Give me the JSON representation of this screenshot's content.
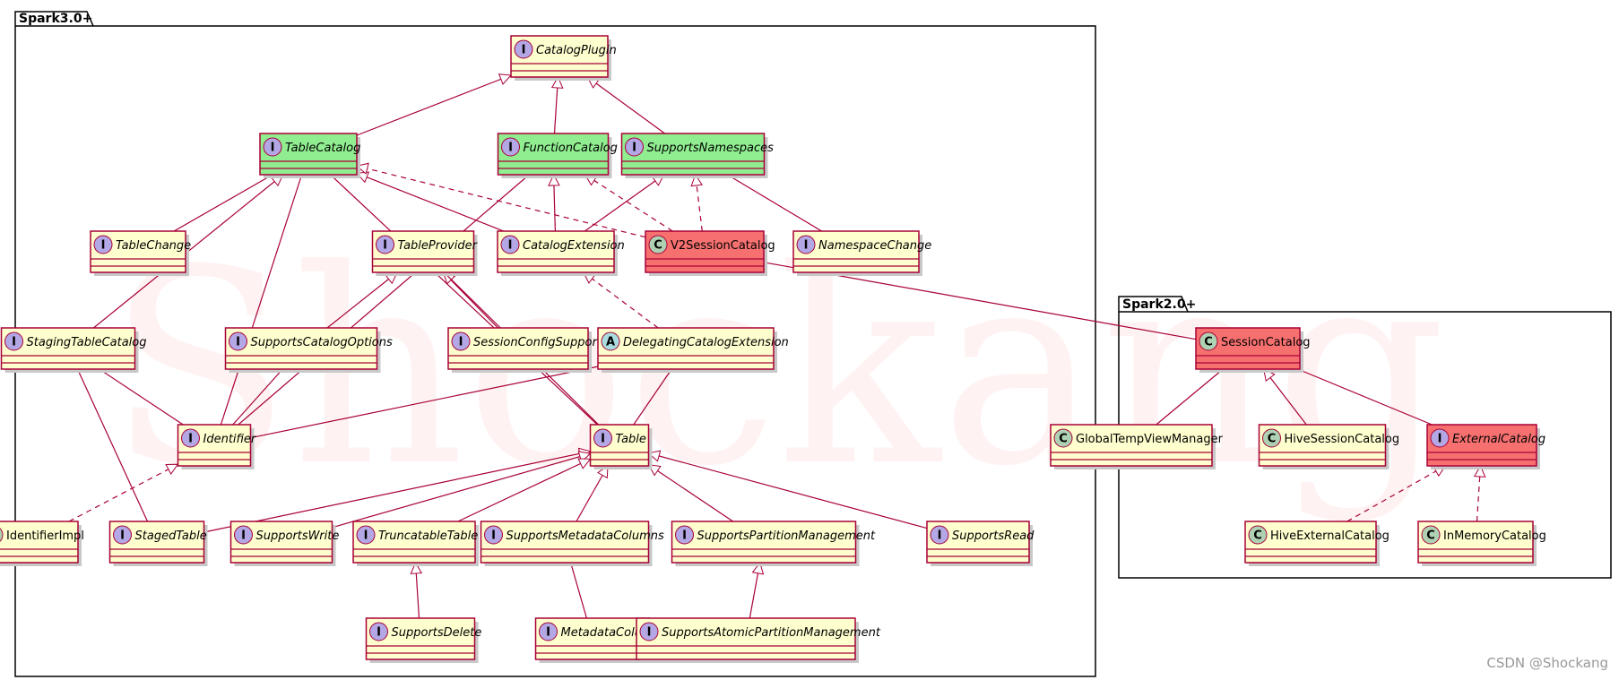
{
  "colors": {
    "class_fill": "#FEFECE",
    "class_border": "#A80036",
    "highlight_green": "#90EE90",
    "highlight_red": "#F77070",
    "interface_badge": "#B4A7E5",
    "class_badge": "#ADD1B2",
    "abstract_badge": "#A9DCDF",
    "edge": "#A80036",
    "package_border": "#000000"
  },
  "watermark": "Shockang",
  "credit": "CSDN @Shockang",
  "packages": [
    {
      "id": "spark3",
      "label": "Spark3.0+"
    },
    {
      "id": "spark2",
      "label": "Spark2.0+"
    }
  ],
  "nodes": [
    {
      "id": "CatalogPlugin",
      "kind": "I",
      "label": "CatalogPlugin",
      "italic": true,
      "fill": "default"
    },
    {
      "id": "TableCatalog",
      "kind": "I",
      "label": "TableCatalog",
      "italic": true,
      "fill": "green"
    },
    {
      "id": "FunctionCatalog",
      "kind": "I",
      "label": "FunctionCatalog",
      "italic": true,
      "fill": "green"
    },
    {
      "id": "SupportsNamespaces",
      "kind": "I",
      "label": "SupportsNamespaces",
      "italic": true,
      "fill": "green"
    },
    {
      "id": "TableChange",
      "kind": "I",
      "label": "TableChange",
      "italic": true,
      "fill": "default"
    },
    {
      "id": "TableProvider",
      "kind": "I",
      "label": "TableProvider",
      "italic": true,
      "fill": "default"
    },
    {
      "id": "CatalogExtension",
      "kind": "I",
      "label": "CatalogExtension",
      "italic": true,
      "fill": "default"
    },
    {
      "id": "V2SessionCatalog",
      "kind": "C",
      "label": "V2SessionCatalog",
      "italic": false,
      "fill": "red"
    },
    {
      "id": "NamespaceChange",
      "kind": "I",
      "label": "NamespaceChange",
      "italic": true,
      "fill": "default"
    },
    {
      "id": "StagingTableCatalog",
      "kind": "I",
      "label": "StagingTableCatalog",
      "italic": true,
      "fill": "default"
    },
    {
      "id": "SupportsCatalogOptions",
      "kind": "I",
      "label": "SupportsCatalogOptions",
      "italic": true,
      "fill": "default"
    },
    {
      "id": "SessionConfigSupport",
      "kind": "I",
      "label": "SessionConfigSupport",
      "italic": true,
      "fill": "default"
    },
    {
      "id": "DelegatingCatalogExtension",
      "kind": "A",
      "label": "DelegatingCatalogExtension",
      "italic": true,
      "fill": "default"
    },
    {
      "id": "Identifier",
      "kind": "I",
      "label": "Identifier",
      "italic": true,
      "fill": "default"
    },
    {
      "id": "Table",
      "kind": "I",
      "label": "Table",
      "italic": true,
      "fill": "default"
    },
    {
      "id": "IdentifierImpl",
      "kind": "C",
      "label": "IdentifierImpl",
      "italic": false,
      "fill": "default"
    },
    {
      "id": "StagedTable",
      "kind": "I",
      "label": "StagedTable",
      "italic": true,
      "fill": "default"
    },
    {
      "id": "SupportsWrite",
      "kind": "I",
      "label": "SupportsWrite",
      "italic": true,
      "fill": "default"
    },
    {
      "id": "TruncatableTable",
      "kind": "I",
      "label": "TruncatableTable",
      "italic": true,
      "fill": "default"
    },
    {
      "id": "SupportsMetadataColumns",
      "kind": "I",
      "label": "SupportsMetadataColumns",
      "italic": true,
      "fill": "default"
    },
    {
      "id": "SupportsPartitionManagement",
      "kind": "I",
      "label": "SupportsPartitionManagement",
      "italic": true,
      "fill": "default"
    },
    {
      "id": "SupportsRead",
      "kind": "I",
      "label": "SupportsRead",
      "italic": true,
      "fill": "default"
    },
    {
      "id": "SupportsDelete",
      "kind": "I",
      "label": "SupportsDelete",
      "italic": true,
      "fill": "default"
    },
    {
      "id": "MetadataColumn",
      "kind": "I",
      "label": "MetadataColumn",
      "italic": true,
      "fill": "default"
    },
    {
      "id": "SupportsAtomicPartitionManagement",
      "kind": "I",
      "label": "SupportsAtomicPartitionManagement",
      "italic": true,
      "fill": "default"
    },
    {
      "id": "SessionCatalog",
      "kind": "C",
      "label": "SessionCatalog",
      "italic": false,
      "fill": "red"
    },
    {
      "id": "GlobalTempViewManager",
      "kind": "C",
      "label": "GlobalTempViewManager",
      "italic": false,
      "fill": "default"
    },
    {
      "id": "HiveSessionCatalog",
      "kind": "C",
      "label": "HiveSessionCatalog",
      "italic": false,
      "fill": "default"
    },
    {
      "id": "ExternalCatalog",
      "kind": "I",
      "label": "ExternalCatalog",
      "italic": true,
      "fill": "red"
    },
    {
      "id": "HiveExternalCatalog",
      "kind": "C",
      "label": "HiveExternalCatalog",
      "italic": false,
      "fill": "default"
    },
    {
      "id": "InMemoryCatalog",
      "kind": "C",
      "label": "InMemoryCatalog",
      "italic": false,
      "fill": "default"
    }
  ],
  "edges": [
    {
      "from": "TableCatalog",
      "to": "CatalogPlugin",
      "type": "extends"
    },
    {
      "from": "FunctionCatalog",
      "to": "CatalogPlugin",
      "type": "extends"
    },
    {
      "from": "SupportsNamespaces",
      "to": "CatalogPlugin",
      "type": "extends"
    },
    {
      "from": "CatalogExtension",
      "to": "TableCatalog",
      "type": "extends"
    },
    {
      "from": "CatalogExtension",
      "to": "FunctionCatalog",
      "type": "extends"
    },
    {
      "from": "CatalogExtension",
      "to": "SupportsNamespaces",
      "type": "extends"
    },
    {
      "from": "V2SessionCatalog",
      "to": "TableCatalog",
      "type": "implements"
    },
    {
      "from": "V2SessionCatalog",
      "to": "FunctionCatalog",
      "type": "implements"
    },
    {
      "from": "V2SessionCatalog",
      "to": "SupportsNamespaces",
      "type": "implements"
    },
    {
      "from": "StagingTableCatalog",
      "to": "TableCatalog",
      "type": "extends"
    },
    {
      "from": "SupportsCatalogOptions",
      "to": "TableProvider",
      "type": "extends"
    },
    {
      "from": "SessionConfigSupport",
      "to": "TableProvider",
      "type": "extends"
    },
    {
      "from": "DelegatingCatalogExtension",
      "to": "CatalogExtension",
      "type": "implements"
    },
    {
      "from": "IdentifierImpl",
      "to": "Identifier",
      "type": "implements"
    },
    {
      "from": "StagedTable",
      "to": "Table",
      "type": "extends"
    },
    {
      "from": "SupportsWrite",
      "to": "Table",
      "type": "extends"
    },
    {
      "from": "TruncatableTable",
      "to": "Table",
      "type": "extends"
    },
    {
      "from": "SupportsMetadataColumns",
      "to": "Table",
      "type": "extends"
    },
    {
      "from": "SupportsPartitionManagement",
      "to": "Table",
      "type": "extends"
    },
    {
      "from": "SupportsRead",
      "to": "Table",
      "type": "extends"
    },
    {
      "from": "SupportsDelete",
      "to": "TruncatableTable",
      "type": "extends"
    },
    {
      "from": "SupportsAtomicPartitionManagement",
      "to": "SupportsPartitionManagement",
      "type": "extends"
    },
    {
      "from": "HiveSessionCatalog",
      "to": "SessionCatalog",
      "type": "extends"
    },
    {
      "from": "HiveExternalCatalog",
      "to": "ExternalCatalog",
      "type": "implements"
    },
    {
      "from": "InMemoryCatalog",
      "to": "ExternalCatalog",
      "type": "implements"
    },
    {
      "from": "TableCatalog",
      "to": "TableChange",
      "type": "association"
    },
    {
      "from": "TableCatalog",
      "to": "Identifier",
      "type": "association"
    },
    {
      "from": "TableCatalog",
      "to": "Table",
      "type": "association"
    },
    {
      "from": "FunctionCatalog",
      "to": "Identifier",
      "type": "association"
    },
    {
      "from": "SupportsNamespaces",
      "to": "NamespaceChange",
      "type": "association"
    },
    {
      "from": "StagingTableCatalog",
      "to": "Identifier",
      "type": "association"
    },
    {
      "from": "StagingTableCatalog",
      "to": "StagedTable",
      "type": "association"
    },
    {
      "from": "SupportsCatalogOptions",
      "to": "Identifier",
      "type": "association"
    },
    {
      "from": "DelegatingCatalogExtension",
      "to": "Identifier",
      "type": "association"
    },
    {
      "from": "DelegatingCatalogExtension",
      "to": "Table",
      "type": "association"
    },
    {
      "from": "TableProvider",
      "to": "Table",
      "type": "association"
    },
    {
      "from": "SupportsMetadataColumns",
      "to": "MetadataColumn",
      "type": "association"
    },
    {
      "from": "V2SessionCatalog",
      "to": "SessionCatalog",
      "type": "association"
    },
    {
      "from": "SessionCatalog",
      "to": "GlobalTempViewManager",
      "type": "association"
    },
    {
      "from": "SessionCatalog",
      "to": "ExternalCatalog",
      "type": "association"
    }
  ]
}
